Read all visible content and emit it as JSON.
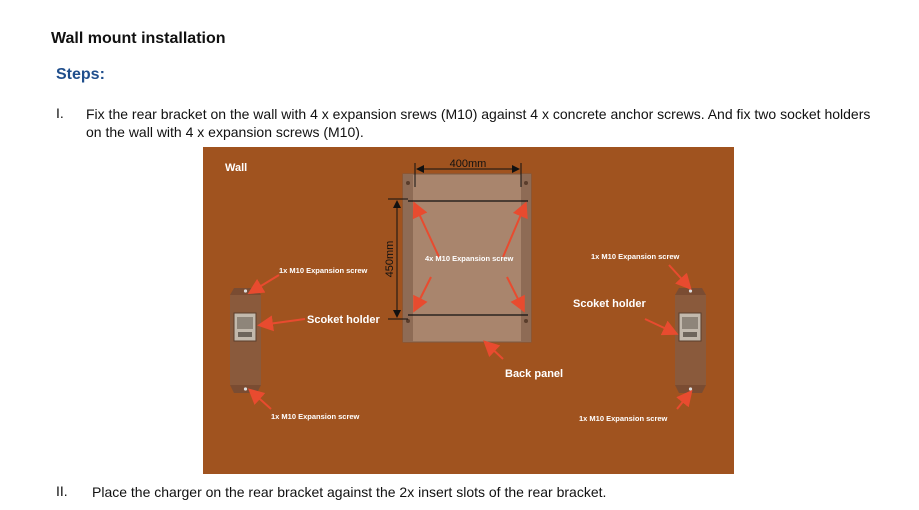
{
  "heading": "Wall mount installation",
  "subheading": "Steps:",
  "steps": [
    {
      "num": "I.",
      "text": "Fix the rear bracket on the wall with 4 x expansion srews (M10) against 4 x concrete anchor screws. And fix two socket holders on the wall with 4 x expansion screws (M10)."
    },
    {
      "num": "II.",
      "text": "Place the charger on the rear bracket against the 2x insert slots of the rear bracket."
    }
  ],
  "diagram": {
    "wall_label": "Wall",
    "width_dim": "400mm",
    "height_dim": "450mm",
    "panel_screw_label": "4x M10 Expansion screw",
    "left_top_screw": "1x M10 Expansion screw",
    "left_holder": "Scoket holder",
    "left_bottom_screw": "1x M10 Expansion screw",
    "right_top_screw": "1x M10 Expansion screw",
    "right_holder": "Scoket holder",
    "right_bottom_screw": "1x M10 Expansion screw",
    "back_panel": "Back panel",
    "colors": {
      "wall": "#a0531f",
      "panel": "#a9856d",
      "holder": "#8a5a3c",
      "arrow": "#e84b2f"
    }
  }
}
